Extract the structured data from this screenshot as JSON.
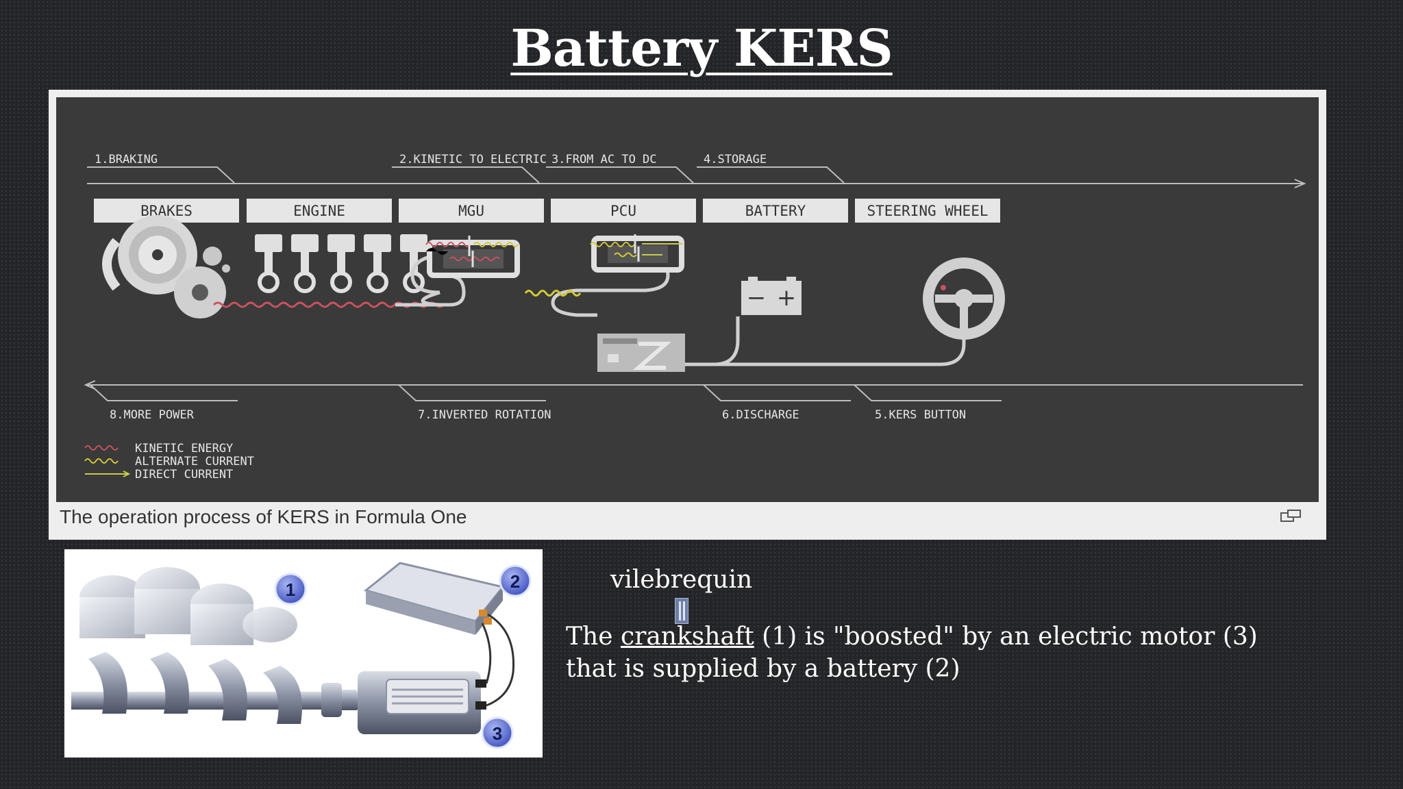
{
  "slide": {
    "title": "Battery KERS"
  },
  "diagram": {
    "top_steps": [
      "1.BRAKING",
      "2.KINETIC TO ELECTRIC",
      "3.FROM AC TO DC",
      "4.STORAGE"
    ],
    "components": [
      "BRAKES",
      "ENGINE",
      "MGU",
      "PCU",
      "BATTERY",
      "STEERING WHEEL"
    ],
    "bottom_steps": [
      "8.MORE POWER",
      "7.INVERTED ROTATION",
      "6.DISCHARGE",
      "5.KERS BUTTON"
    ],
    "legend": [
      "KINETIC ENERGY",
      "ALTERNATE CURRENT",
      "DIRECT CURRENT"
    ],
    "battery_signs": [
      "−",
      "+"
    ],
    "caption": "The operation process of KERS in Formula One",
    "colors": {
      "kinetic": "#c9525e",
      "alternate": "#d4c934",
      "direct": "#c8cc4a",
      "panel": "#3a3a3a"
    }
  },
  "photo": {
    "callouts": [
      "1",
      "2",
      "3"
    ]
  },
  "text": {
    "term": "vilebrequin",
    "desc_before": "The ",
    "desc_link": "crankshaft",
    "desc_after": " (1) is \"boosted\" by an electric motor (3) that is supplied by a battery (2)"
  }
}
